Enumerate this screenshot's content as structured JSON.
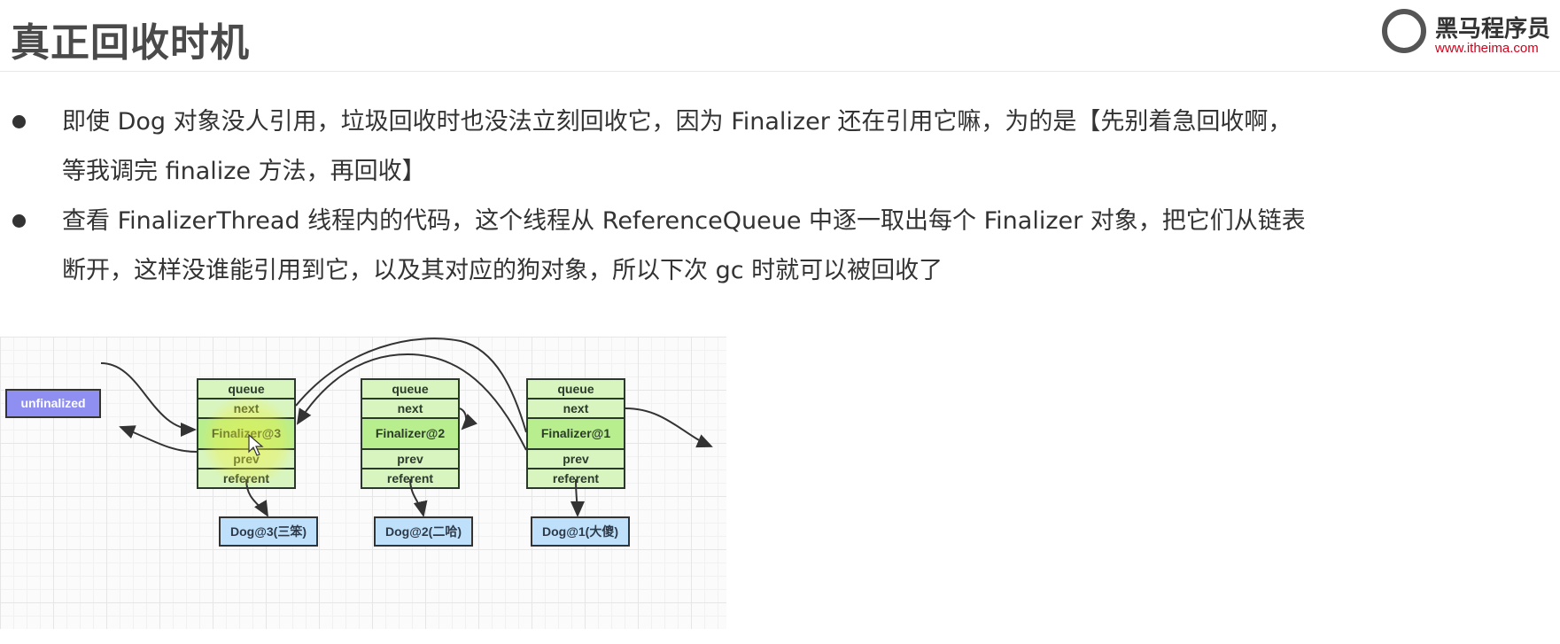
{
  "header": {
    "title": "真正回收时机",
    "logo": {
      "name": "黑马程序员",
      "url": "www.itheima.com",
      "icon": "horse-logo-icon"
    }
  },
  "bullets": [
    {
      "lines": [
        "即使 Dog 对象没人引用，垃圾回收时也没法立刻回收它，因为 Finalizer 还在引用它嘛，为的是【先别着急回收啊，",
        "等我调完 finalize 方法，再回收】"
      ]
    },
    {
      "lines": [
        "查看 FinalizerThread 线程内的代码，这个线程从 ReferenceQueue 中逐一取出每个 Finalizer 对象，把它们从链表",
        "断开，这样没谁能引用到它，以及其对应的狗对象，所以下次 gc 时就可以被回收了"
      ]
    }
  ],
  "diagram": {
    "head": "unfinalized",
    "nodes": [
      {
        "name": "Finalizer@3",
        "fields": [
          "queue",
          "next",
          "Finalizer@3",
          "prev",
          "referent"
        ],
        "dog": "Dog@3(三笨)"
      },
      {
        "name": "Finalizer@2",
        "fields": [
          "queue",
          "next",
          "Finalizer@2",
          "prev",
          "referent"
        ],
        "dog": "Dog@2(二哈)"
      },
      {
        "name": "Finalizer@1",
        "fields": [
          "queue",
          "next",
          "Finalizer@1",
          "prev",
          "referent"
        ],
        "dog": "Dog@1(大傻)"
      }
    ],
    "colors": {
      "head": "#8f8ff2",
      "node_field": "#d8f5c0",
      "node_main": "#b8ee8e",
      "dog": "#bfe0fa"
    }
  }
}
